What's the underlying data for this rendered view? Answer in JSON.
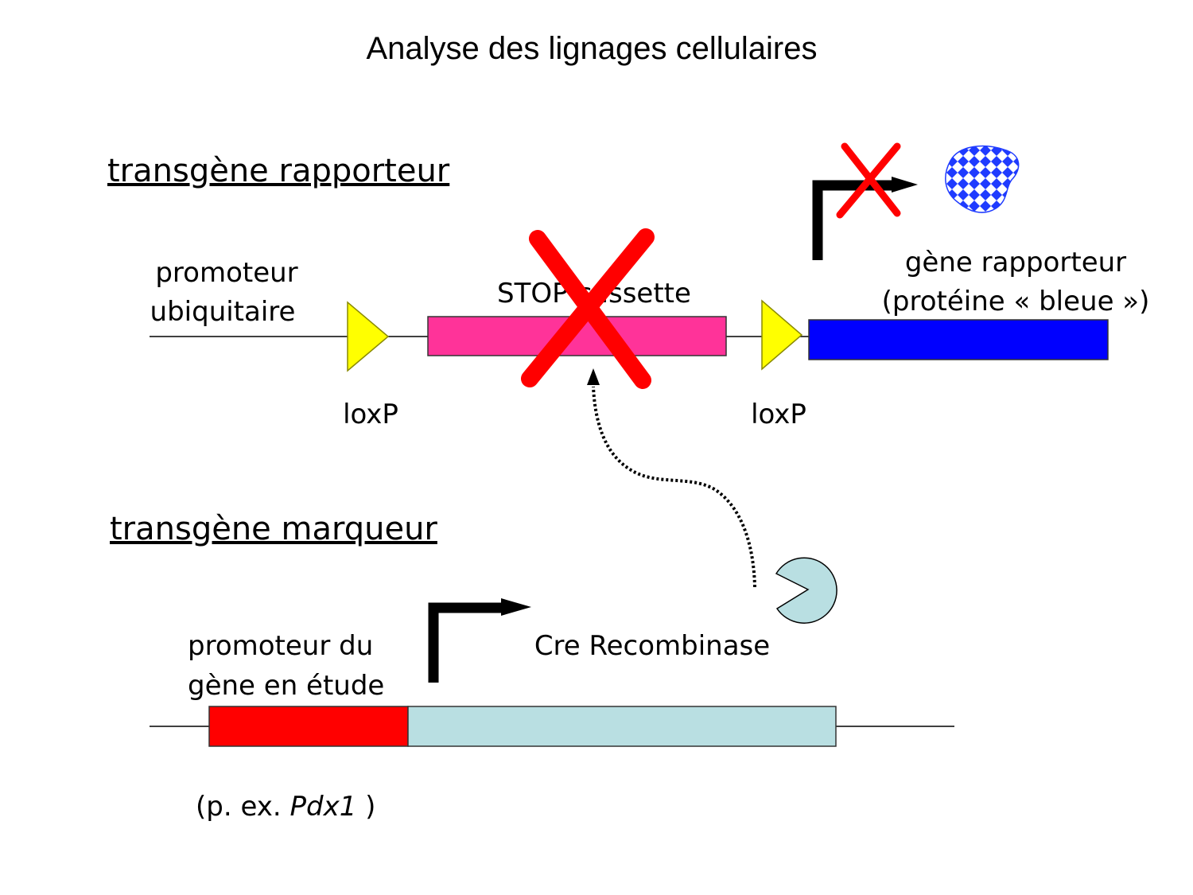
{
  "title": "Analyse des lignages cellulaires",
  "reporter_transgene": {
    "heading": "transgène rapporteur",
    "promoter_label": [
      "promoteur",
      "ubiquitaire"
    ],
    "loxp_labels": [
      "loxP",
      "loxP"
    ],
    "stop_cassette_label": "STOP cassette",
    "reporter_gene_label": [
      "gène rapporteur",
      "(protéine « bleue »)"
    ]
  },
  "marker_transgene": {
    "heading": "transgène marqueur",
    "promoter_label": [
      "promoteur du",
      "gène en étude"
    ],
    "cre_label": "Cre Recombinase",
    "example_prefix": "(p. ex. ",
    "example_gene": "Pdx1",
    "example_suffix": " )"
  },
  "colors": {
    "loxp_triangle": "#ffff00",
    "stop_cassette": "#ff3399",
    "reporter_gene": "#0000ff",
    "cross_mark": "#ff0000",
    "promoter_block": "#ff0000",
    "cre_block": "#b9dfe2",
    "cre_protein": "#b9dfe2",
    "blue_protein": "#1f3bff"
  },
  "icons": {
    "transcription_start_arrow": "bent-arrow-icon",
    "blocked_mark": "cross-icon",
    "cre_enzyme": "pacman-protein-icon",
    "reporter_protein": "checkered-blob-icon"
  }
}
